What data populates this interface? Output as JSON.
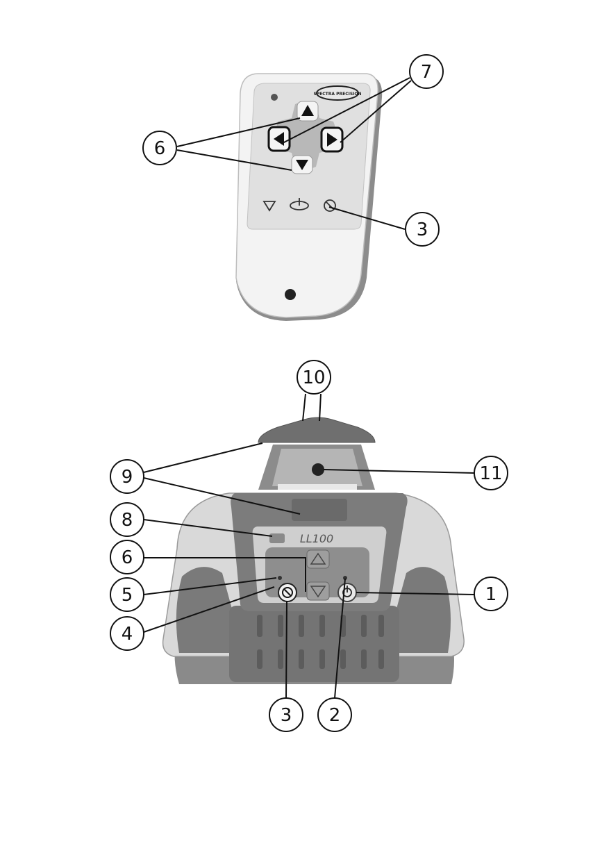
{
  "figure": {
    "remote_logo": "SPECTRA PRECISION",
    "device_model": "LL100",
    "callouts": {
      "remote_6": "6",
      "remote_7": "7",
      "remote_3": "3",
      "laser_10": "10",
      "laser_9": "9",
      "laser_11": "11",
      "laser_8": "8",
      "laser_6": "6",
      "laser_5": "5",
      "laser_1": "1",
      "laser_4": "4",
      "laser_3": "3",
      "laser_2": "2"
    }
  },
  "colors": {
    "remote_body": "#f2f2f2",
    "remote_panel": "#dedede",
    "laser_dark": "#6e6e6e",
    "laser_light": "#d7d7d7",
    "outline": "#111111"
  }
}
